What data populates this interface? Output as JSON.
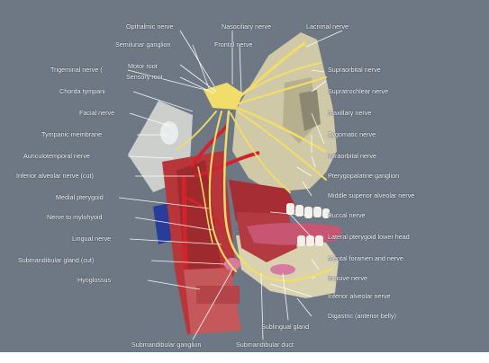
{
  "figure": {
    "colors": {
      "background": "#6d7884",
      "skull": "#cfc9a7",
      "nerve": "#f2dd6a",
      "muscle": "#b8363a",
      "artery": "#d2232a",
      "vein": "#283c9a",
      "teeth": "#f4f1ea",
      "tongue": "#c85571",
      "gland": "#d87aa0"
    },
    "labels": {
      "opthalmic_nerve": "Opthalmic nerve",
      "nasociliary_nerve": "Nasociliary nerve",
      "lacrimal_nerve": "Lacrimal nerve",
      "semilunar_ganglion": "Semilunar ganglion",
      "frontal_nerve": "Frontal nerve",
      "trigeminal_nerve": "Trigeminal nerve (",
      "motor_root": "Motor root",
      "sensory_root": "Sensory root",
      "supraorbital_nerve": "Supraorbital nerve",
      "chorda_tympani": "Chorda tympani",
      "supratrochlear_nerve": "Supratrochlear nerve",
      "facial_nerve": "Facial nerve",
      "maxillary_nerve": "Maxillary nerve",
      "tympanic_membrane": "Tympanic membrane",
      "zygomatic_nerve": "Zygomatic nerve",
      "auriculotemporal_nerve": "Auriculotemporal nerve",
      "infraorbital_nerve": "Infraorbital nerve",
      "inferior_alveolar_nerve_cut": "Inferior alveolar nerve (cut)",
      "pterygopalatine_ganglion": "Pterygopalatine ganglion",
      "medial_pterygoid": "Medial pterygoid",
      "middle_superior_alveolar_nerve": "Middle superior alveolar nerve",
      "nerve_to_mylohyoid": "Nerve to mylohyoid",
      "buccal_nerve": "Buccal nerve",
      "lingual_nerve": "Lingual nerve",
      "lateral_pterygoid_lower_head": "Lateral pterygoid lower head",
      "submandibular_gland_cut": "Submandibular gland (cut)",
      "mental_foramen_and_nerve": "Mental foramen and nerve",
      "hyoglossus": "Hyoglossus",
      "incisive_nerve": "Incisive nerve",
      "inferior_alveolar_nerve": "Inferior alveolar nerve",
      "digastric_anterior_belly": "Digastric (anterior belly)",
      "sublingual_gland": "Sublingual gland",
      "submandibular_ganglion": "Submandibular ganglion",
      "submandibular_duct": "Submandibular duct"
    }
  }
}
